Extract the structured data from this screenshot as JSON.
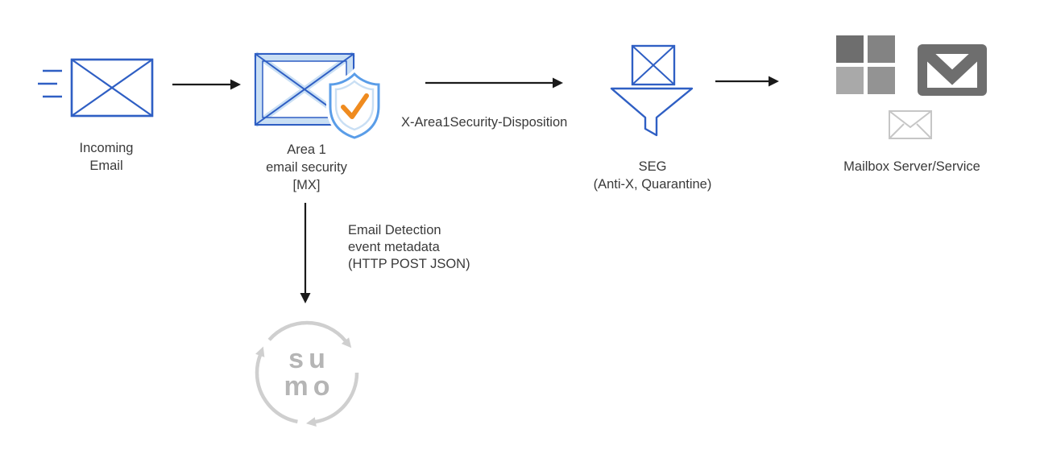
{
  "title": "Email security integration flow diagram",
  "colors": {
    "blue": "#2f5fc4",
    "light_blue": "#c9dff4",
    "shield_blue": "#5a9de8",
    "check_orange": "#ef8b1f",
    "arrow_black": "#1a1a1a",
    "text": "#3a3a3a",
    "logo_gray": "#cfcfcf",
    "sumo_text_gray": "#b5b5b5",
    "ms_square_tl": "#6e6e6e",
    "ms_square_tr": "#838383",
    "ms_square_bl": "#a9a9a9",
    "ms_square_br": "#939393",
    "gmail_gray": "#6e6e6e",
    "small_envelope_gray": "#c6c6c6"
  },
  "icons": {
    "incoming_email": "envelope-with-speed-lines",
    "area1": "envelope-with-shield-check",
    "seg": "envelope-over-funnel",
    "mailbox": [
      "microsoft-logo",
      "gmail-envelope",
      "light-gray-envelope"
    ],
    "sumo": "circular-arrows-logo"
  },
  "nodes": {
    "incoming_email": {
      "label": [
        "Incoming",
        "Email"
      ]
    },
    "area1": {
      "label": [
        "Area 1",
        "email security",
        "[MX]"
      ]
    },
    "seg": {
      "label": [
        "SEG",
        "(Anti-X, Quarantine)"
      ]
    },
    "mailbox": {
      "label": "Mailbox Server/Service"
    },
    "sumo": {
      "wordmark": [
        "su",
        "mo"
      ]
    }
  },
  "edges": {
    "area1_to_seg": {
      "label": "X-Area1Security-Disposition"
    },
    "area1_to_sumo": {
      "label": [
        "Email Detection",
        "event metadata",
        "(HTTP POST JSON)"
      ]
    }
  }
}
